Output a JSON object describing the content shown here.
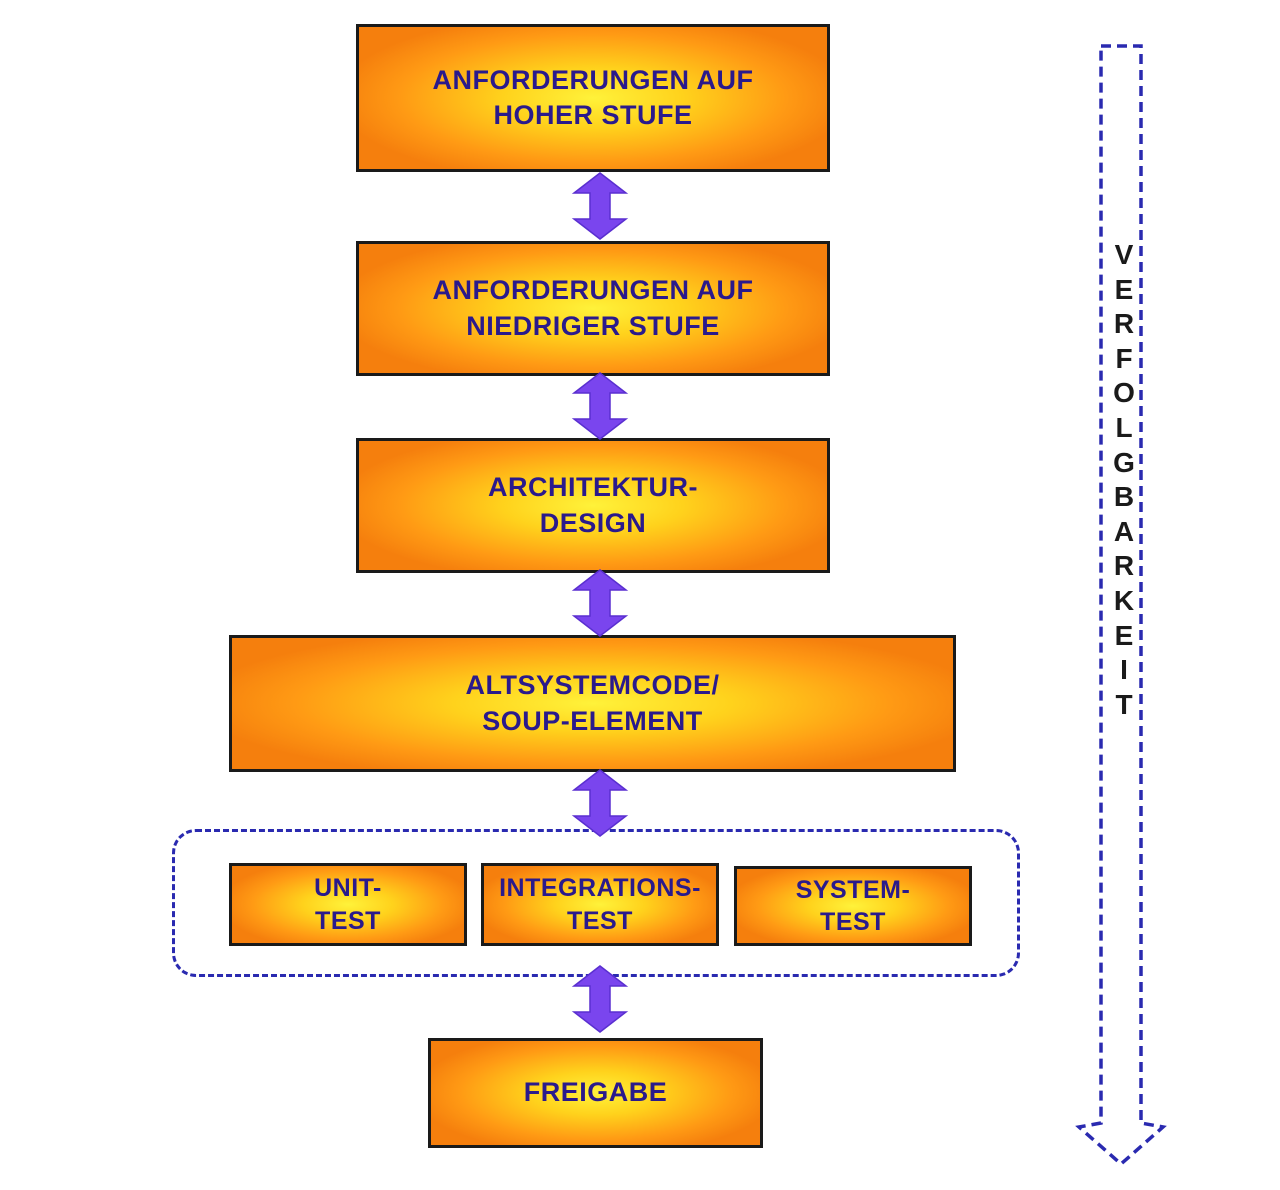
{
  "diagram": {
    "boxes": {
      "high_level_requirements": "ANFORDERUNGEN AUF\nHOHER STUFE",
      "low_level_requirements": "ANFORDERUNGEN AUF\nNIEDRIGER STUFE",
      "architecture_design": "ARCHITEKTUR-\nDESIGN",
      "legacy_code": "ALTSYSTEMCODE/\nSOUP-ELEMENT",
      "unit_test": "UNIT-\nTEST",
      "integration_test": "INTEGRATIONS-\nTEST",
      "system_test": "SYSTEM-\nTEST",
      "release": "FREIGABE"
    },
    "traceability_label": "V\nE\nR\nF\nO\nL\nG\nB\nA\nR\nK\nE\nI\nT"
  },
  "colors": {
    "box_text": "#2a1a8c",
    "box_fill_center": "#fff23a",
    "box_fill_edge": "#f57f0d",
    "arrow": "#7a45ee",
    "dashed_outline": "#2a2ab0"
  }
}
